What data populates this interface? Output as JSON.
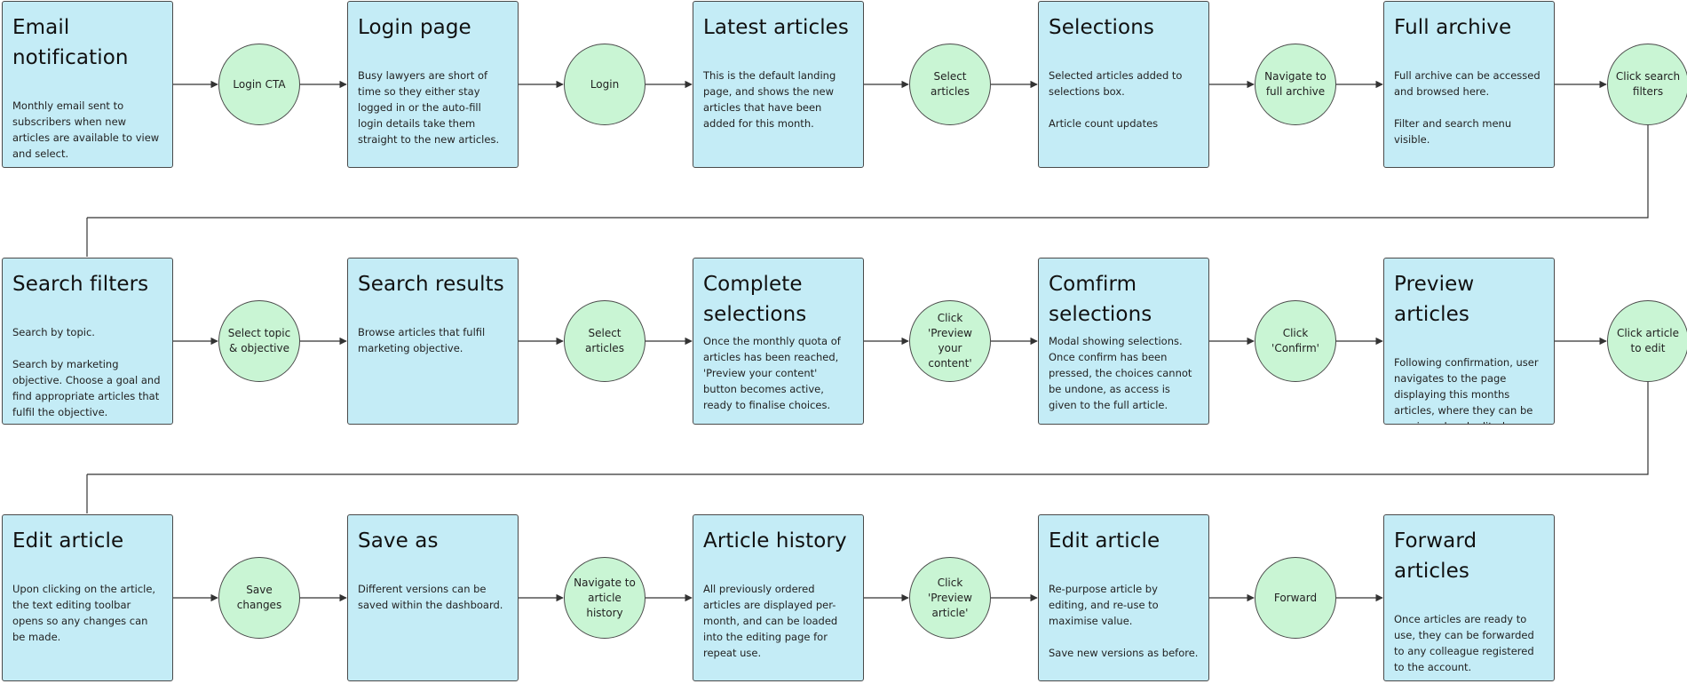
{
  "rows": [
    {
      "boxes": [
        {
          "title": "Email notification",
          "desc": "Monthly email sent to subscribers when new articles are available to view and select."
        },
        {
          "title": "Login page",
          "desc": "Busy lawyers are short of time so they either stay logged in or the auto-fill login details take them straight to the new articles."
        },
        {
          "title": "Latest articles",
          "desc": "This is the default landing page, and shows the new articles that have been added for this month."
        },
        {
          "title": "Selections",
          "desc": "Selected articles added to selections box.\n\nArticle count updates"
        },
        {
          "title": "Full archive",
          "desc": "Full archive can be accessed and browsed here.\n\nFilter and search menu visible."
        }
      ],
      "actions": [
        "Login CTA",
        "Login",
        "Select articles",
        "Navigate to full archive",
        "Click search filters"
      ]
    },
    {
      "boxes": [
        {
          "title": "Search filters",
          "desc": "Search by topic.\n\nSearch by marketing objective. Choose a goal and find appropriate articles that fulfil the objective."
        },
        {
          "title": "Search results",
          "desc": "Browse articles that fulfil marketing objective."
        },
        {
          "title": "Complete selections",
          "desc": "Once the monthly quota of articles has been reached, 'Preview your content' button becomes active, ready to finalise choices.",
          "two_line": true
        },
        {
          "title": "Comfirm selections",
          "desc": "Modal showing selections. Once confirm has been pressed, the choices cannot be undone, as access is given to the full article.",
          "two_line": true
        },
        {
          "title": "Preview articles",
          "desc": "Following confirmation, user navigates to the page displaying this months articles, where they can be previewed and edited."
        }
      ],
      "actions": [
        "Select topic & objective",
        "Select articles",
        "Click 'Preview your content'",
        "Click 'Confirm'",
        "Click article to edit"
      ]
    },
    {
      "boxes": [
        {
          "title": "Edit article",
          "desc": "Upon clicking on the article, the text editing toolbar opens so any changes can be made."
        },
        {
          "title": "Save as",
          "desc": "Different versions can be saved within the dashboard."
        },
        {
          "title": "Article history",
          "desc": "All previously ordered articles are displayed per-month, and can be loaded into the editing page for repeat use."
        },
        {
          "title": "Edit article",
          "desc": "Re-purpose article by editing, and re-use to maximise value.\n\nSave new versions as before."
        },
        {
          "title": "Forward articles",
          "desc": "Once articles are ready to use, they can be forwarded to any colleague registered to the account."
        }
      ],
      "actions": [
        "Save changes",
        "Navigate to article history",
        "Click 'Preview article'",
        "Forward"
      ]
    }
  ]
}
